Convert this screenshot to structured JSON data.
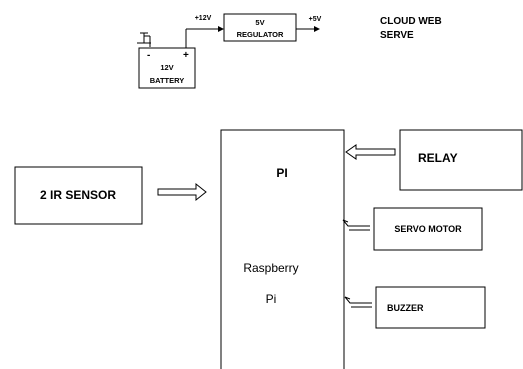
{
  "power_supply": {
    "battery_label_line1": "12V",
    "battery_label_line2": "BATTERY",
    "minus_sign": "-",
    "plus_sign": "+",
    "input_voltage": "+12V",
    "regulator_label_line1": "5V",
    "regulator_label_line2": "REGULATOR",
    "output_voltage": "+5V"
  },
  "cloud": {
    "label_line1": "CLOUD WEB",
    "label_line2": "SERVE"
  },
  "blocks": {
    "ir_sensor": "2 IR SENSOR",
    "pi_title": "PI",
    "pi_name_line1": "Raspberry",
    "pi_name_line2": "Pi",
    "relay": "RELAY",
    "servo_motor": "SERVO MOTOR",
    "buzzer": "BUZZER"
  },
  "colors": {
    "line": "#000000",
    "background": "#ffffff"
  }
}
